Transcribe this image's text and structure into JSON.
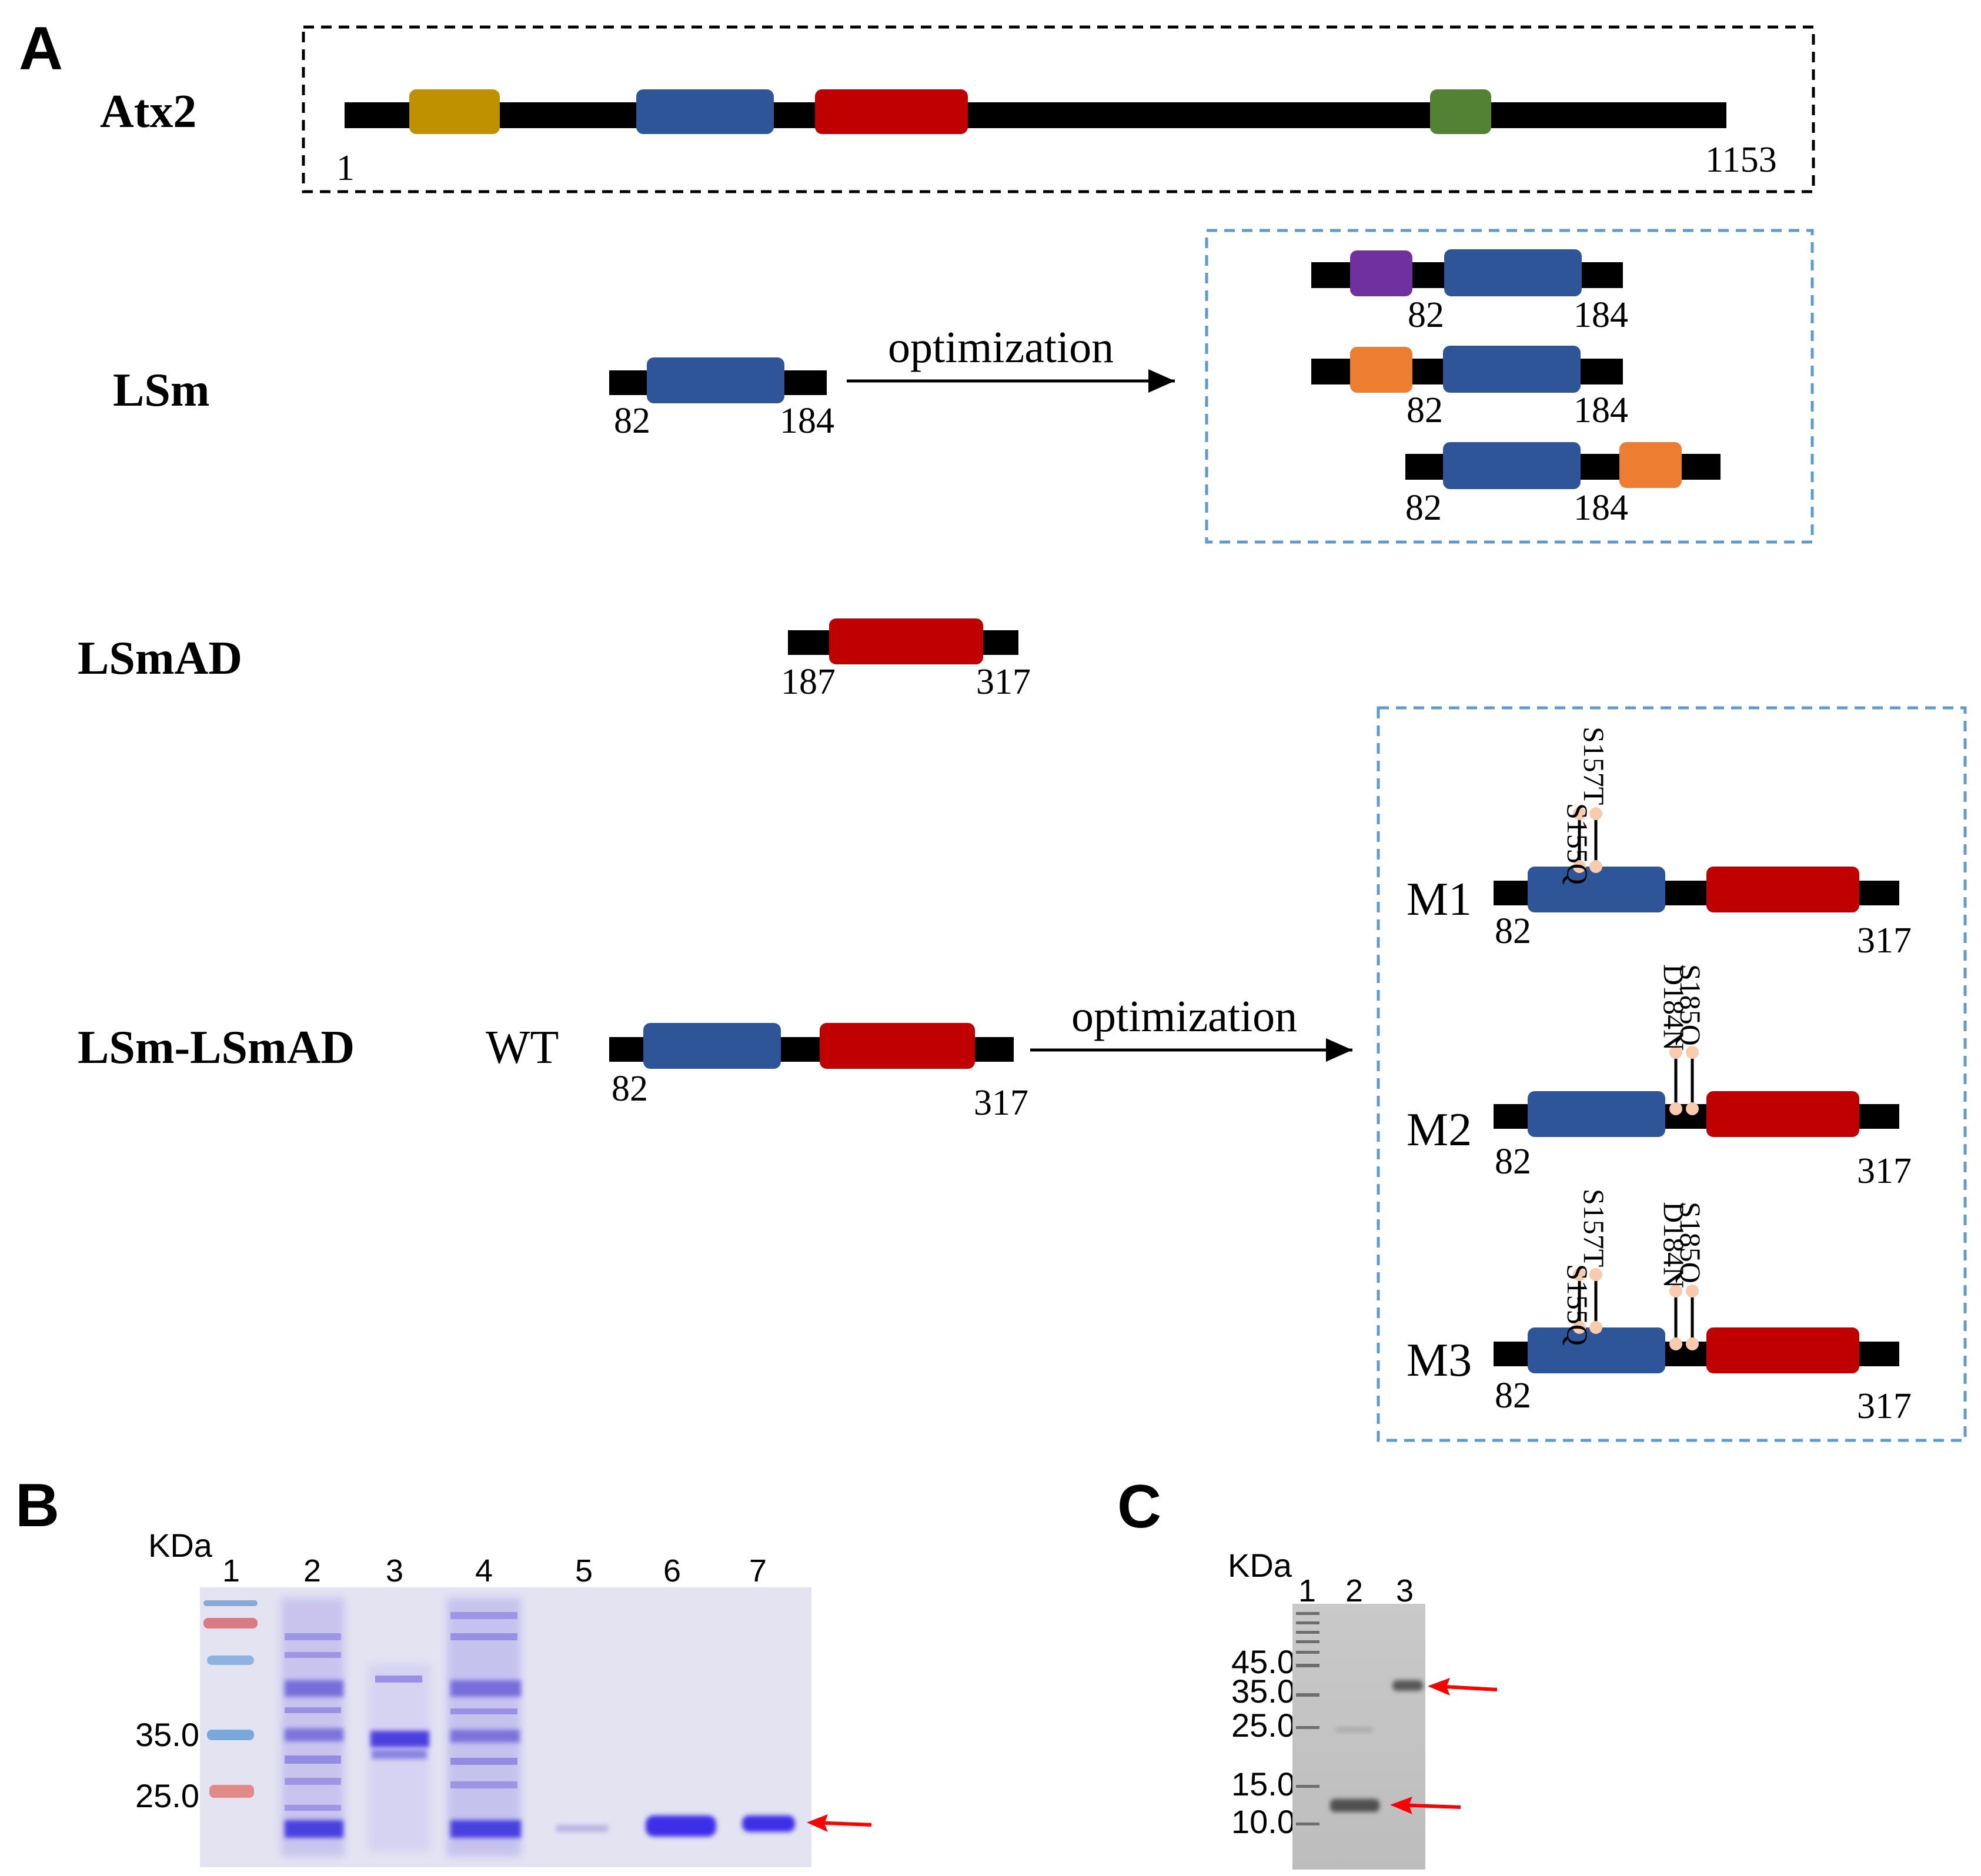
{
  "colors": {
    "backbone": "#000000",
    "lsm": "#2e5597",
    "lsmad": "#c00000",
    "yellow_domain": "#bf9000",
    "green_domain": "#548235",
    "purple_tag": "#7030a0",
    "orange_tag": "#ed7d31",
    "dashed_black": "#000000",
    "dashed_blue": "#5b9bd5",
    "mutation_dot": "#f8cbad",
    "arrow_red": "#ff0000"
  },
  "panel_a": {
    "letter": "A",
    "atx2": {
      "label": "Atx2",
      "start": "1",
      "end": "1153"
    },
    "lsm": {
      "label": "LSm",
      "start": "82",
      "end": "184",
      "arrow_label": "optimization",
      "variants": [
        {
          "start": "82",
          "end": "184"
        },
        {
          "start": "82",
          "end": "184"
        },
        {
          "start": "82",
          "end": "184"
        }
      ]
    },
    "lsmad": {
      "label": "LSmAD",
      "start": "187",
      "end": "317"
    },
    "lsm_lsmad": {
      "label": "LSm-LSmAD",
      "wt_label": "WT",
      "start": "82",
      "end": "317",
      "arrow_label": "optimization",
      "mutants": [
        {
          "name": "M1",
          "start": "82",
          "end": "317",
          "mut_a": [
            "S155Q",
            "S157T"
          ]
        },
        {
          "name": "M2",
          "start": "82",
          "end": "317",
          "mut_b": [
            "D184N",
            "S185Q"
          ]
        },
        {
          "name": "M3",
          "start": "82",
          "end": "317",
          "mut_a": [
            "S155Q",
            "S157T"
          ],
          "mut_b": [
            "D184N",
            "S185Q"
          ]
        }
      ]
    }
  },
  "panel_b": {
    "letter": "B",
    "unit": "KDa",
    "lanes": [
      "1",
      "2",
      "3",
      "4",
      "5",
      "6",
      "7"
    ],
    "markers": [
      "35.0",
      "25.0"
    ]
  },
  "panel_c": {
    "letter": "C",
    "unit": "KDa",
    "lanes": [
      "1",
      "2",
      "3"
    ],
    "markers": [
      "45.0",
      "35.0",
      "25.0",
      "15.0",
      "10.0"
    ]
  }
}
